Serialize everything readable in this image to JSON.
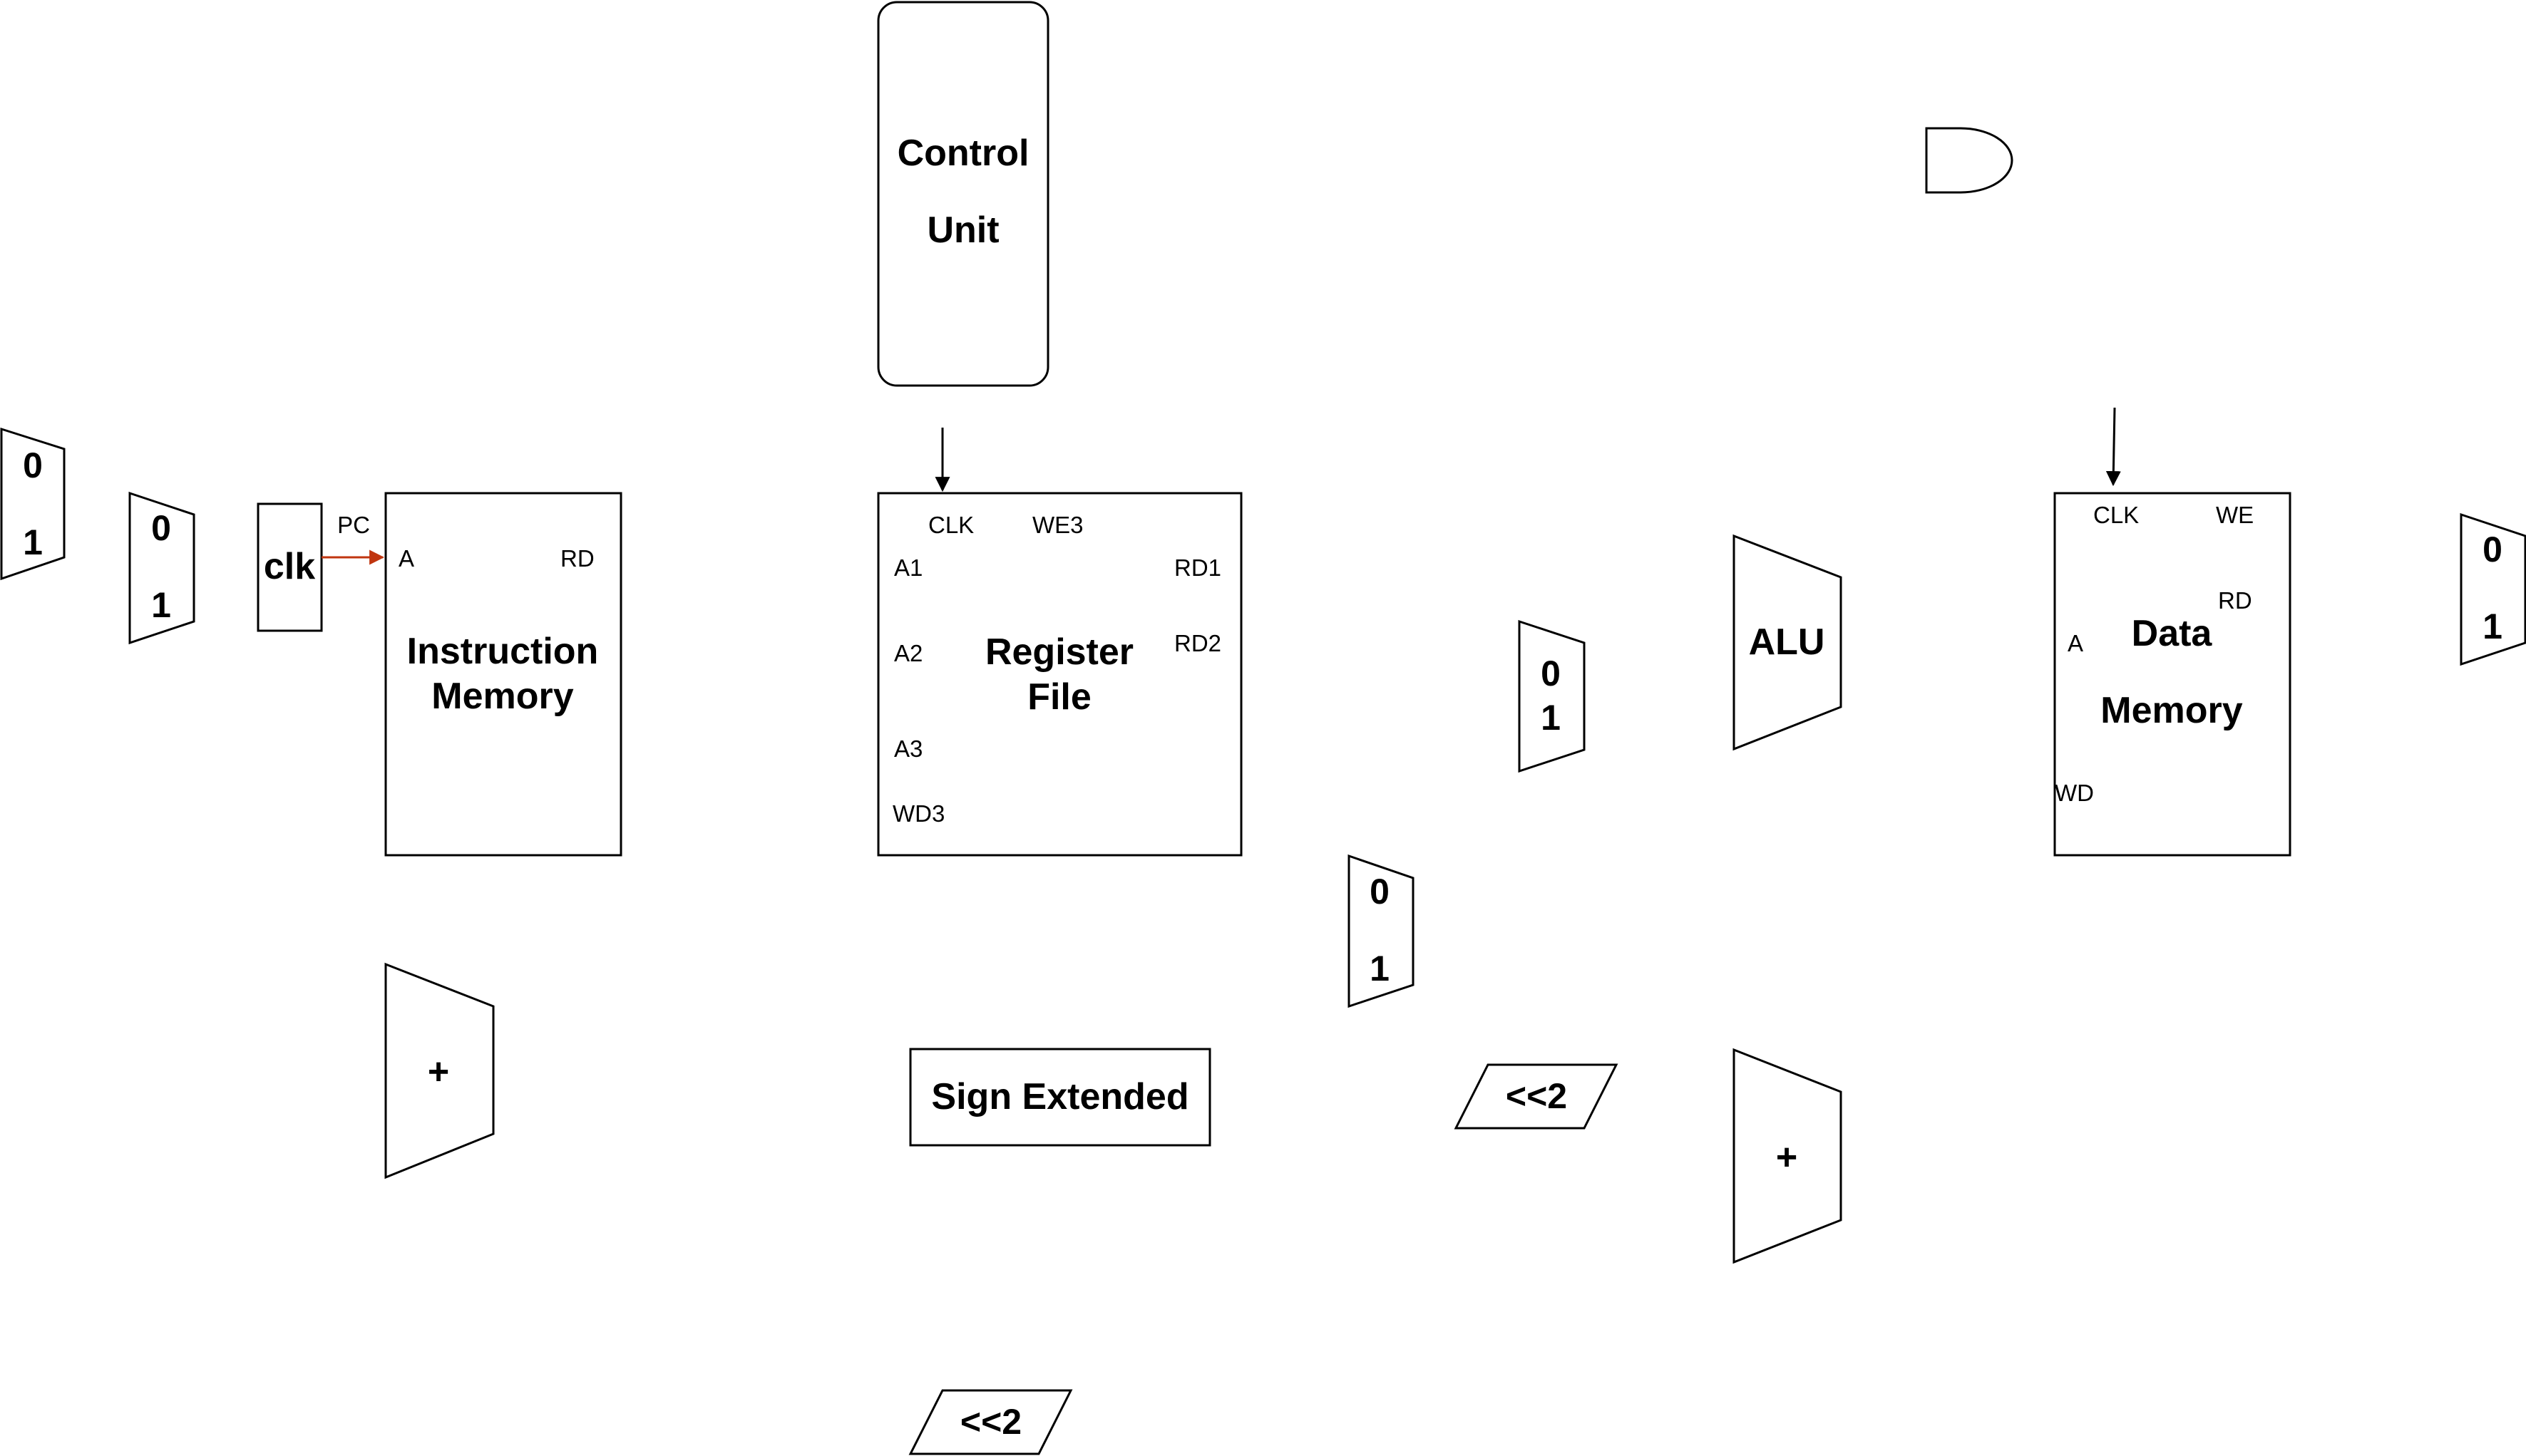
{
  "colors": {
    "stroke": "#000000",
    "fill": "#ffffff",
    "pc_arrow": "#c0350f"
  },
  "control_unit": {
    "line1": "Control",
    "line2": "Unit"
  },
  "clk_block": {
    "label": "clk",
    "pc_label": "PC"
  },
  "instruction_memory": {
    "line1": "Instruction",
    "line2": "Memory",
    "port_a": "A",
    "port_rd": "RD"
  },
  "register_file": {
    "line1": "Register",
    "line2": "File",
    "clk": "CLK",
    "we3": "WE3",
    "a1": "A1",
    "a2": "A2",
    "a3": "A3",
    "wd3": "WD3",
    "rd1": "RD1",
    "rd2": "RD2"
  },
  "data_memory": {
    "line1": "Data",
    "line2": "Memory",
    "clk": "CLK",
    "we": "WE",
    "rd": "RD",
    "a": "A",
    "wd": "WD"
  },
  "alu": {
    "label": "ALU"
  },
  "adders": {
    "pc_adder": "+",
    "branch_adder": "+"
  },
  "sign_extend": {
    "label": "Sign Extended"
  },
  "shifters": {
    "branch_shift": "<<2",
    "jump_shift": "<<2"
  },
  "muxes": {
    "mux_far_left": {
      "in0": "0",
      "in1": "1"
    },
    "mux_left": {
      "in0": "0",
      "in1": "1"
    },
    "mux_alu_src": {
      "in0": "0",
      "in1": "1"
    },
    "mux_reg_dst": {
      "in0": "0",
      "in1": "1"
    },
    "mux_right": {
      "in0": "0",
      "in1": "1"
    }
  }
}
